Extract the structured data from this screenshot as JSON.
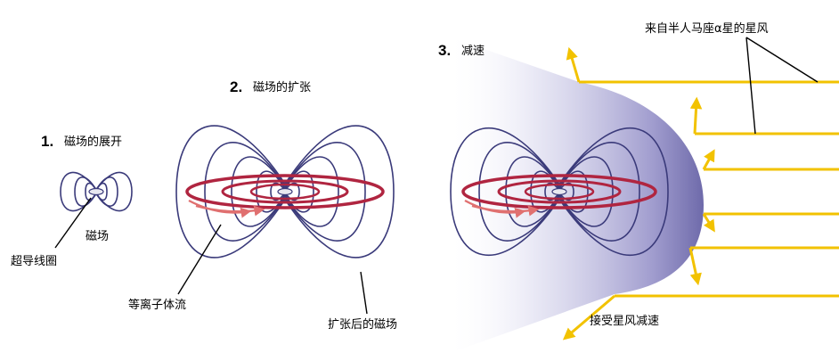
{
  "steps": [
    {
      "number": "1.",
      "title": "磁场的展开"
    },
    {
      "number": "2.",
      "title": "磁场的扩张"
    },
    {
      "number": "3.",
      "title": "减速"
    }
  ],
  "labels": {
    "magnetic_field": "磁场",
    "coil": "超导线圈",
    "plasma_flow": "等离子体流",
    "expanded_field": "扩张后的磁场",
    "stellar_wind_source": "来自半人马座α星的星风",
    "decel_by_wind": "接受星风减速"
  },
  "colors": {
    "field_lines": "#3a3a7a",
    "plasma_ring": "#b02540",
    "plasma_arrow": "#e07070",
    "stellar_wind": "#f2c200",
    "bubble": "#8a86c0"
  }
}
